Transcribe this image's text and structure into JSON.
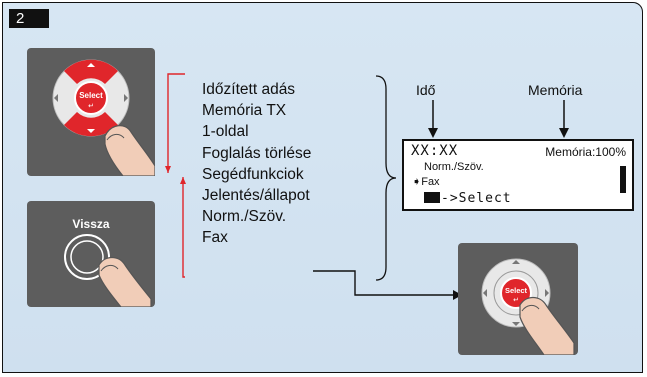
{
  "step": {
    "number": "2"
  },
  "nav_panel": {
    "select_label": "Select"
  },
  "back_panel": {
    "label": "Vissza"
  },
  "menu": {
    "items": [
      "Időzített adás",
      "Memória TX",
      "1-oldal",
      "Foglalás törlése",
      "Segédfunkciok",
      "Jelentés/állapot",
      "Norm./Szöv.",
      "Fax"
    ]
  },
  "lcd": {
    "label_time": "Idő",
    "label_memory": "Memória",
    "time_value": "XX:XX",
    "memory_status": "Memória:100%",
    "line2": "Norm./Szöv.",
    "line3": "Fax",
    "line4": "->Select"
  },
  "colors": {
    "accent_red": "#e0262b",
    "panel_gray": "#5d5d5d",
    "background": "#d4e4f2"
  }
}
